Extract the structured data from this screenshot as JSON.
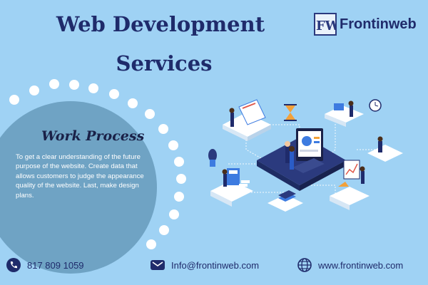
{
  "header": {
    "title_line1": "Web Development",
    "title_line2": "Services"
  },
  "brand": {
    "logo_letters": "FW",
    "name": "Frontinweb"
  },
  "work_process": {
    "title": "Work Process",
    "body": "To get a clear understanding of the future purpose of the website. Create data that allows customers to judge the appearance quality of the website. Last, make design plans."
  },
  "contact": {
    "phone": "817 809 1059",
    "email": "Info@frontinweb.com",
    "website": "www.frontinweb.com"
  },
  "icons": {
    "phone": "phone-icon",
    "email": "envelope-icon",
    "website": "globe-icon"
  },
  "colors": {
    "background": "#9fd2f4",
    "title": "#1f2b6b",
    "circle": "#6fa3c4",
    "dots": "#ffffff"
  }
}
